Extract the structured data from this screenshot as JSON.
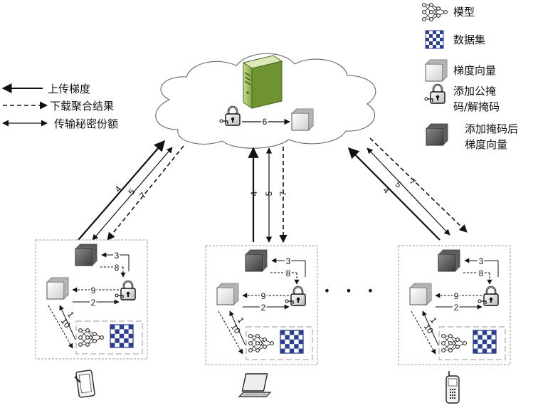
{
  "legend_arrows": [
    {
      "style": "solid-left",
      "label": "上传梯度"
    },
    {
      "style": "dashed-right",
      "label": "下载聚合结果"
    },
    {
      "style": "double",
      "label": "传输秘密份额"
    }
  ],
  "legend_icons": [
    {
      "icon": "neural-network-icon",
      "lines": [
        "模型"
      ]
    },
    {
      "icon": "dataset-grid-icon",
      "lines": [
        "数据集"
      ]
    },
    {
      "icon": "gradient-cube-icon",
      "lines": [
        "梯度向量"
      ]
    },
    {
      "icon": "padlock-icon",
      "lines": [
        "添加公掩",
        "码/解掩码"
      ]
    },
    {
      "icon": "masked-gradient-icon",
      "lines": [
        "添加掩码后",
        "梯度向量"
      ]
    }
  ],
  "server": {
    "icon": "server-icon",
    "step_label": "6"
  },
  "uplinks": [
    {
      "labels": [
        "4",
        "5",
        "7"
      ]
    },
    {
      "labels": [
        "4",
        "5",
        "7"
      ]
    },
    {
      "labels": [
        "4",
        "5",
        "7"
      ]
    }
  ],
  "clients": [
    {
      "device": "tablet-icon",
      "steps": {
        "a": "3",
        "b": "8",
        "c": "9",
        "d": "2",
        "e": "1",
        "f": "10"
      }
    },
    {
      "device": "laptop-icon",
      "steps": {
        "a": "3",
        "b": "8",
        "c": "9",
        "d": "2",
        "e": "1",
        "f": "10"
      }
    },
    {
      "device": "phone-icon",
      "steps": {
        "a": "3",
        "b": "8",
        "c": "9",
        "d": "2",
        "e": "1",
        "f": "10"
      }
    }
  ],
  "ellipsis": "• • •",
  "colors": {
    "line": "#111111",
    "box_border": "#9a9a9a",
    "grid_blue": "#2a3f8f",
    "server_green": "#9bbf5a"
  }
}
